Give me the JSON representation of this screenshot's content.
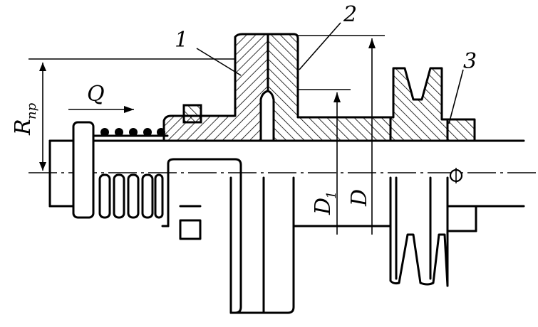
{
  "labels": {
    "part1": "1",
    "part2": "2",
    "part3": "3",
    "force": "Q",
    "radius_main": "R",
    "radius_sub": "пр",
    "diameter_inner_main": "D",
    "diameter_inner_sub": "1",
    "diameter_outer": "D"
  },
  "colors": {
    "ink": "#000000",
    "paper": "#ffffff"
  }
}
